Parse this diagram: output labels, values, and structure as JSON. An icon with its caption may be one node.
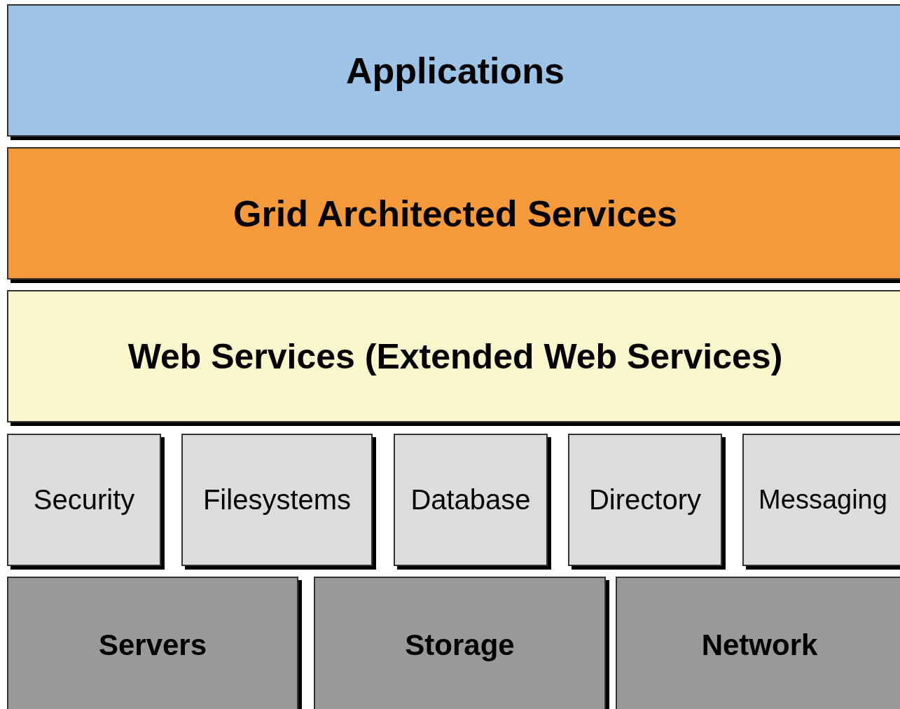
{
  "diagram": {
    "nodes": [
      {
        "text": [
          "Applications"
        ]
      },
      {
        "text": [
          "Grid Architected Services"
        ]
      },
      {
        "text": [
          "Web Services (Extended Web Services)"
        ]
      },
      {
        "text": [
          "Security"
        ]
      },
      {
        "text": [
          "Filesystems"
        ]
      },
      {
        "text": [
          "Database"
        ]
      },
      {
        "text": [
          "Directory"
        ]
      },
      {
        "text": [
          "Messaging"
        ]
      },
      {
        "text": [
          "Servers"
        ]
      },
      {
        "text": [
          "Storage"
        ]
      },
      {
        "text": [
          "Network"
        ]
      }
    ]
  }
}
